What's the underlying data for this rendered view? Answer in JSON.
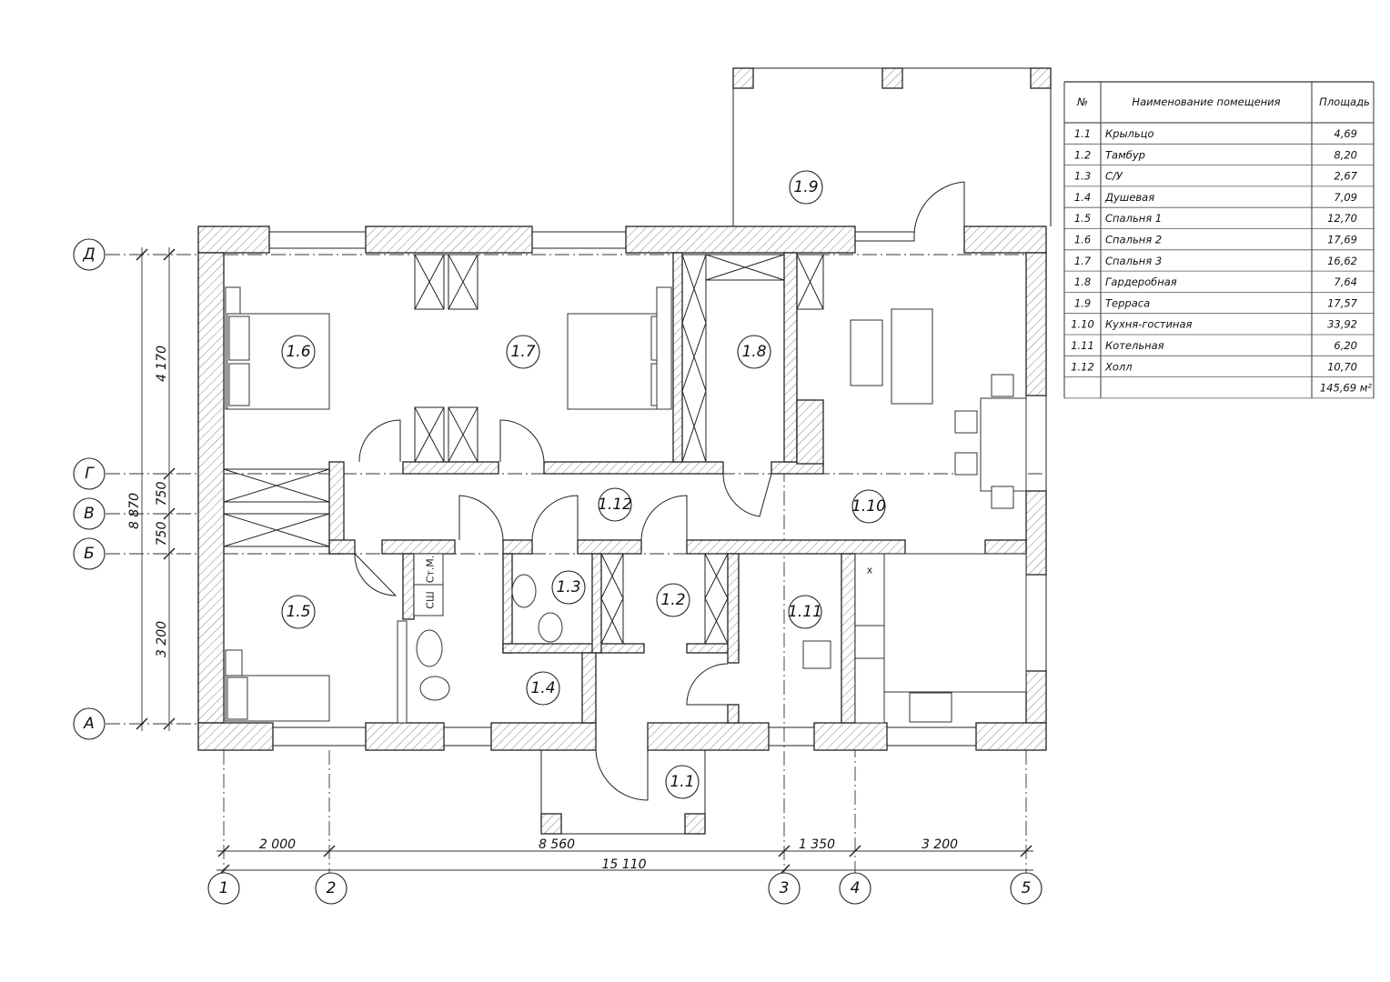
{
  "rooms": [
    {
      "id": "1.1"
    },
    {
      "id": "1.2"
    },
    {
      "id": "1.3"
    },
    {
      "id": "1.4"
    },
    {
      "id": "1.5"
    },
    {
      "id": "1.6"
    },
    {
      "id": "1.7"
    },
    {
      "id": "1.8"
    },
    {
      "id": "1.9"
    },
    {
      "id": "1.10"
    },
    {
      "id": "1.11"
    },
    {
      "id": "1.12"
    }
  ],
  "axes": {
    "horizontal": [
      "Д",
      "Г",
      "В",
      "Б",
      "А"
    ],
    "vertical": [
      "1",
      "2",
      "3",
      "4",
      "5"
    ]
  },
  "dimensions": {
    "left": [
      "4 170",
      "750",
      "750",
      "3 200"
    ],
    "left_total": "8 870",
    "bottom": [
      "2 000",
      "8 560",
      "1 350",
      "3 200"
    ],
    "bottom_total": "15 110"
  },
  "fixtures": {
    "washer": "Ст.М.",
    "dryer": "СШ",
    "hood": "x"
  },
  "table": {
    "headers": [
      "№",
      "Наименование помещения",
      "Площадь"
    ],
    "rows": [
      [
        "1.1",
        "Крыльцо",
        "4,69"
      ],
      [
        "1.2",
        "Тамбур",
        "8,20"
      ],
      [
        "1.3",
        "С/У",
        "2,67"
      ],
      [
        "1.4",
        "Душевая",
        "7,09"
      ],
      [
        "1.5",
        "Спальня 1",
        "12,70"
      ],
      [
        "1.6",
        "Спальня 2",
        "17,69"
      ],
      [
        "1.7",
        "Спальня 3",
        "16,62"
      ],
      [
        "1.8",
        "Гардеробная",
        "7,64"
      ],
      [
        "1.9",
        "Терраса",
        "17,57"
      ],
      [
        "1.10",
        "Кухня-гостиная",
        "33,92"
      ],
      [
        "1.11",
        "Котельная",
        "6,20"
      ],
      [
        "1.12",
        "Холл",
        "10,70"
      ]
    ],
    "total": "145,69 м²"
  }
}
